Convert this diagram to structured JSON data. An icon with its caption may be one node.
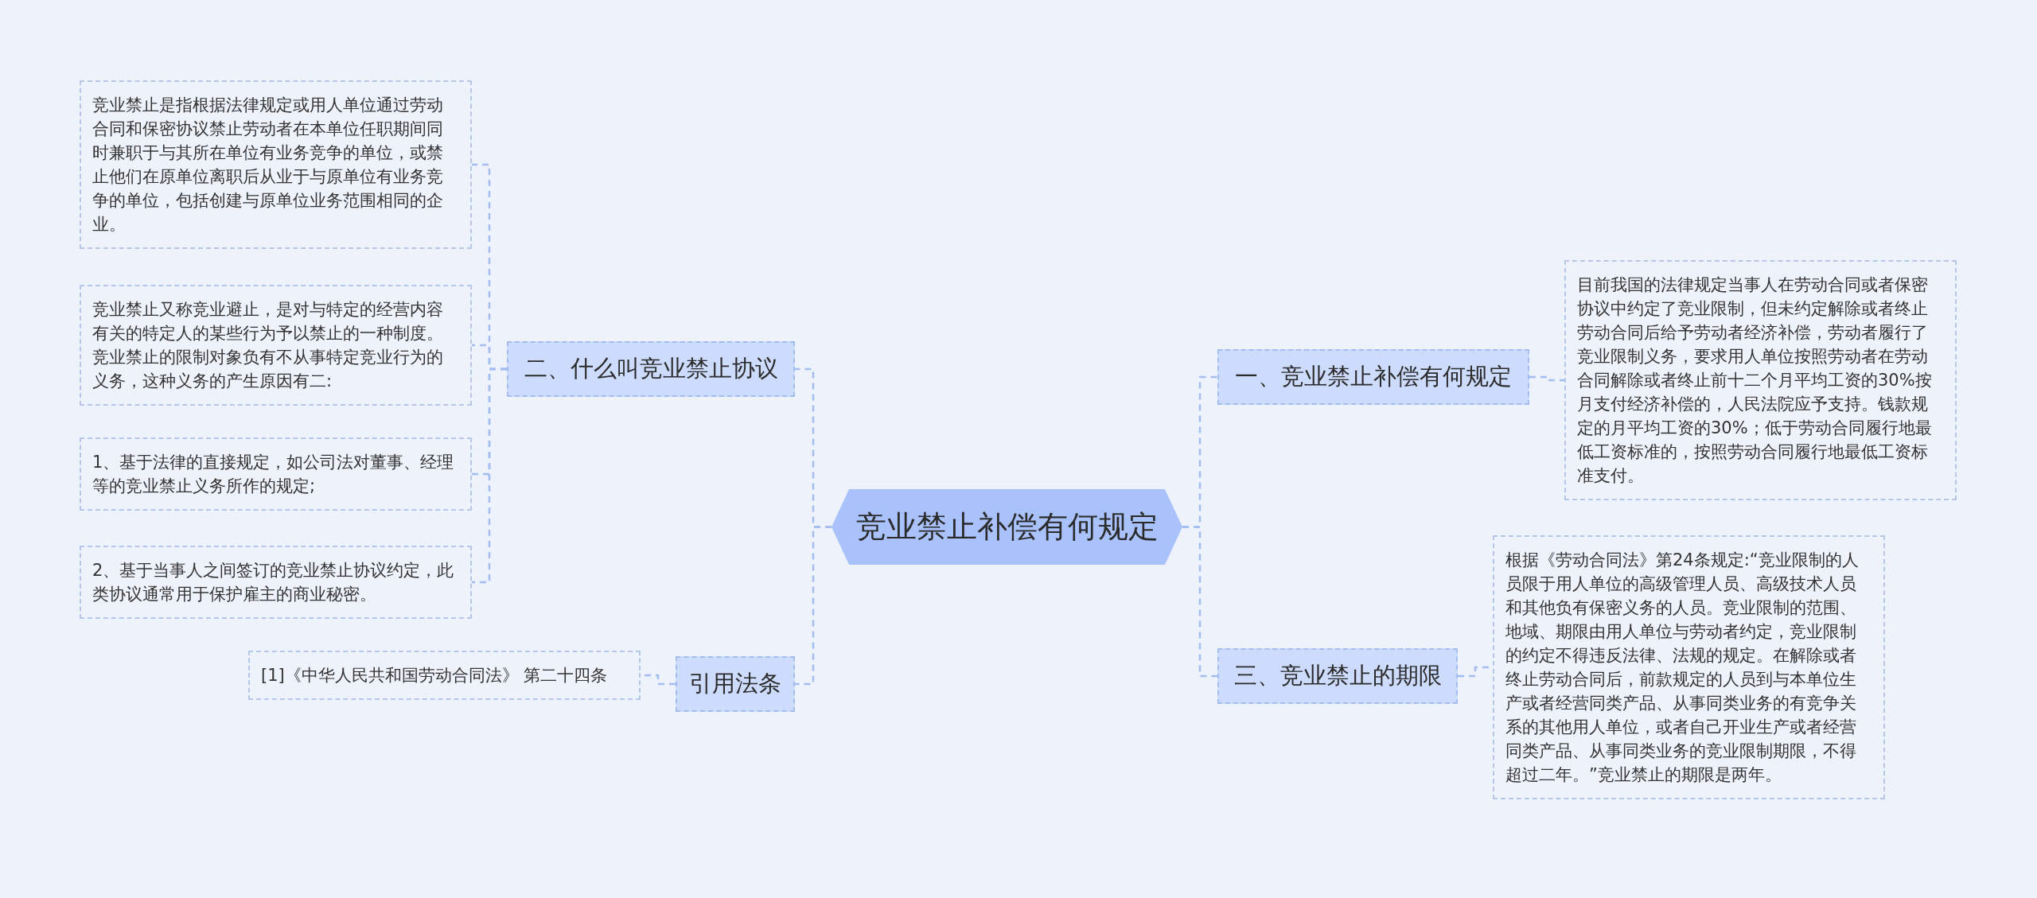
{
  "diagram": {
    "nodes": [
      {
        "text": [
          "竞业禁止补偿有何规定"
        ]
      },
      {
        "text": [
          "二、什么叫竞业禁止协议"
        ]
      },
      {
        "text": [
          "竞业禁止是指根据法律规定或用人单位通过劳动合同和保密协议禁止劳动者在本单位任职期间同时兼职于与其所在单位有业务竞争的单位，或禁止他们在原单位离职后从业于与原单位有业务竞争的单位，包括创建与原单位业务范围相同的企业。"
        ]
      },
      {
        "text": [
          "竞业禁止又称竞业避止，是对与特定的经营内容有关的特定人的某些行为予以禁止的一种制度。竞业禁止的限制对象负有不从事特定竞业行为的义务，这种义务的产生原因有二:"
        ]
      },
      {
        "text": [
          "1、基于法律的直接规定，如公司法对董事、经理等的竞业禁止义务所作的规定;"
        ]
      },
      {
        "text": [
          "2、基于当事人之间签订的竞业禁止协议约定，此类协议通常用于保护雇主的商业秘密。"
        ]
      },
      {
        "text": [
          "引用法条"
        ]
      },
      {
        "text": [
          "[1]《中华人民共和国劳动合同法》 第二十四条"
        ]
      },
      {
        "text": [
          "一、竞业禁止补偿有何规定"
        ]
      },
      {
        "text": [
          "目前我国的法律规定当事人在劳动合同或者保密协议中约定了竞业限制，但未约定解除或者终止劳动合同后给予劳动者经济补偿，劳动者履行了竞业限制义务，要求用人单位按照劳动者在劳动合同解除或者终止前十二个月平均工资的30%按月支付经济补偿的，人民法院应予支持。钱款规定的月平均工资的30%；低于劳动合同履行地最低工资标准的，按照劳动合同履行地最低工资标准支付。"
        ]
      },
      {
        "text": [
          "三、竞业禁止的期限"
        ]
      },
      {
        "text": [
          "根据《劳动合同法》第24条规定:“竞业限制的人员限于用人单位的高级管理人员、高级技术人员和其他负有保密义务的人员。竞业限制的范围、地域、期限由用人单位与劳动者约定，竞业限制的约定不得违反法律、法规的规定。在解除或者终止劳动合同后，前款规定的人员到与本单位生产或者经营同类产品、从事同类业务的有竞争关系的其他用人单位，或者自己开业生产或者经营同类产品、从事同类业务的竞业限制期限，不得超过二年。”竞业禁止的期限是两年。"
        ]
      }
    ],
    "edges": [
      {
        "from": 0,
        "to": 1,
        "arrow": "none"
      },
      {
        "from": 1,
        "to": 2,
        "arrow": "none"
      },
      {
        "from": 1,
        "to": 3,
        "arrow": "none"
      },
      {
        "from": 1,
        "to": 4,
        "arrow": "none"
      },
      {
        "from": 1,
        "to": 5,
        "arrow": "none"
      },
      {
        "from": 0,
        "to": 6,
        "arrow": "none"
      },
      {
        "from": 6,
        "to": 7,
        "arrow": "none"
      },
      {
        "from": 0,
        "to": 8,
        "arrow": "none"
      },
      {
        "from": 8,
        "to": 9,
        "arrow": "none"
      },
      {
        "from": 0,
        "to": 10,
        "arrow": "none"
      },
      {
        "from": 10,
        "to": 11,
        "arrow": "none"
      }
    ]
  }
}
